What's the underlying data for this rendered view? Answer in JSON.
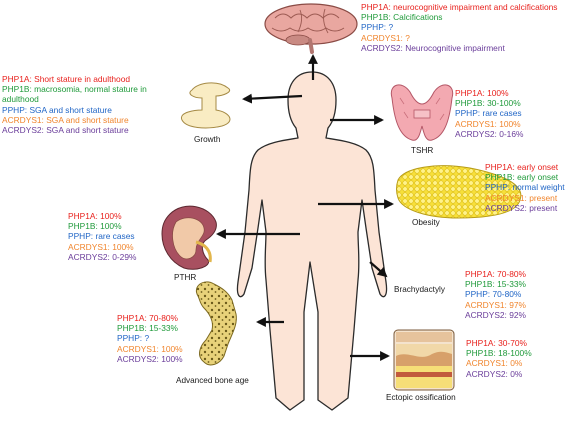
{
  "colors": {
    "PHP1A": "#e8211d",
    "PHP1B": "#1f9a3a",
    "PPHP": "#2166c6",
    "ACRDYS1": "#f0852d",
    "ACRDYS2": "#6a3d9a",
    "arrow": "#111111",
    "body_fill": "#fce4d6",
    "body_outline": "#2b2b2b"
  },
  "panels": {
    "brain": {
      "icon": "brain-icon",
      "caption": "",
      "lines": [
        {
          "cls": "PHP1A",
          "text": "PHP1A: neurocognitive impairment and calcifications"
        },
        {
          "cls": "PHP1B",
          "text": "PHP1B: Calcifications"
        },
        {
          "cls": "PPHP",
          "text": "PPHP: ?"
        },
        {
          "cls": "ACRDYS1",
          "text": "ACRDYS1: ?"
        },
        {
          "cls": "ACRDYS2",
          "text": "ACRDYS2: Neurocognitive impairment"
        }
      ]
    },
    "growth": {
      "icon": "pituitary-gland-icon",
      "caption": "Growth",
      "lines": [
        {
          "cls": "PHP1A",
          "text": "PHP1A: Short stature in adulthood"
        },
        {
          "cls": "PHP1B",
          "text": "PHP1B: macrosomia, normal stature in adulthood"
        },
        {
          "cls": "PPHP",
          "text": "PPHP: SGA and short stature"
        },
        {
          "cls": "ACRDYS1",
          "text": "ACRDYS1: SGA and short stature"
        },
        {
          "cls": "ACRDYS2",
          "text": "ACRDYS2: SGA and short stature"
        }
      ]
    },
    "tshr": {
      "icon": "thyroid-gland-icon",
      "caption": "TSHR",
      "lines": [
        {
          "cls": "PHP1A",
          "text": "PHP1A: 100%"
        },
        {
          "cls": "PHP1B",
          "text": "PHP1B: 30-100%"
        },
        {
          "cls": "PPHP",
          "text": "PPHP: rare cases"
        },
        {
          "cls": "ACRDYS1",
          "text": "ACRDYS1: 100%"
        },
        {
          "cls": "ACRDYS2",
          "text": "ACRDYS2: 0-16%"
        }
      ]
    },
    "obesity": {
      "icon": "adipose-tissue-icon",
      "caption": "Obesity",
      "lines": [
        {
          "cls": "PHP1A",
          "text": "PHP1A: early onset"
        },
        {
          "cls": "PHP1B",
          "text": "PHP1B: early onset"
        },
        {
          "cls": "PPHP",
          "text": "PPHP: normal weight"
        },
        {
          "cls": "ACRDYS1",
          "text": "ACRDYS1: present"
        },
        {
          "cls": "ACRDYS2",
          "text": "ACRDYS2: present"
        }
      ]
    },
    "pthr": {
      "icon": "kidney-icon",
      "caption": "PTHR",
      "lines": [
        {
          "cls": "PHP1A",
          "text": "PHP1A: 100%"
        },
        {
          "cls": "PHP1B",
          "text": "PHP1B: 100%"
        },
        {
          "cls": "PPHP",
          "text": "PPHP: rare cases"
        },
        {
          "cls": "ACRDYS1",
          "text": "ACRDYS1: 100%"
        },
        {
          "cls": "ACRDYS2",
          "text": "ACRDYS2: 0-29%"
        }
      ]
    },
    "brachy": {
      "icon": "",
      "caption": "Brachydactyly",
      "lines": [
        {
          "cls": "PHP1A",
          "text": "PHP1A: 70-80%"
        },
        {
          "cls": "PHP1B",
          "text": "PHP1B: 15-33%"
        },
        {
          "cls": "PPHP",
          "text": "PPHP: 70-80%"
        },
        {
          "cls": "ACRDYS1",
          "text": "ACRDYS1: 97%"
        },
        {
          "cls": "ACRDYS2",
          "text": "ACRDYS2: 92%"
        }
      ]
    },
    "bone": {
      "icon": "femur-bone-icon",
      "caption": "Advanced bone age",
      "lines": [
        {
          "cls": "PHP1A",
          "text": "PHP1A: 70-80%"
        },
        {
          "cls": "PHP1B",
          "text": "PHP1B: 15-33%"
        },
        {
          "cls": "PPHP",
          "text": "PPHP: ?"
        },
        {
          "cls": "ACRDYS1",
          "text": "ACRDYS1: 100%"
        },
        {
          "cls": "ACRDYS2",
          "text": "ACRDYS2: 100%"
        }
      ]
    },
    "ectopic": {
      "icon": "skin-cross-section-icon",
      "caption": "Ectopic ossification",
      "lines": [
        {
          "cls": "PHP1A",
          "text": "PHP1A: 30-70%"
        },
        {
          "cls": "PHP1B",
          "text": "PHP1B: 18-100%"
        },
        {
          "cls": "ACRDYS1",
          "text": "ACRDYS1: 0%"
        },
        {
          "cls": "ACRDYS2",
          "text": "ACRDYS2: 0%"
        }
      ]
    }
  }
}
